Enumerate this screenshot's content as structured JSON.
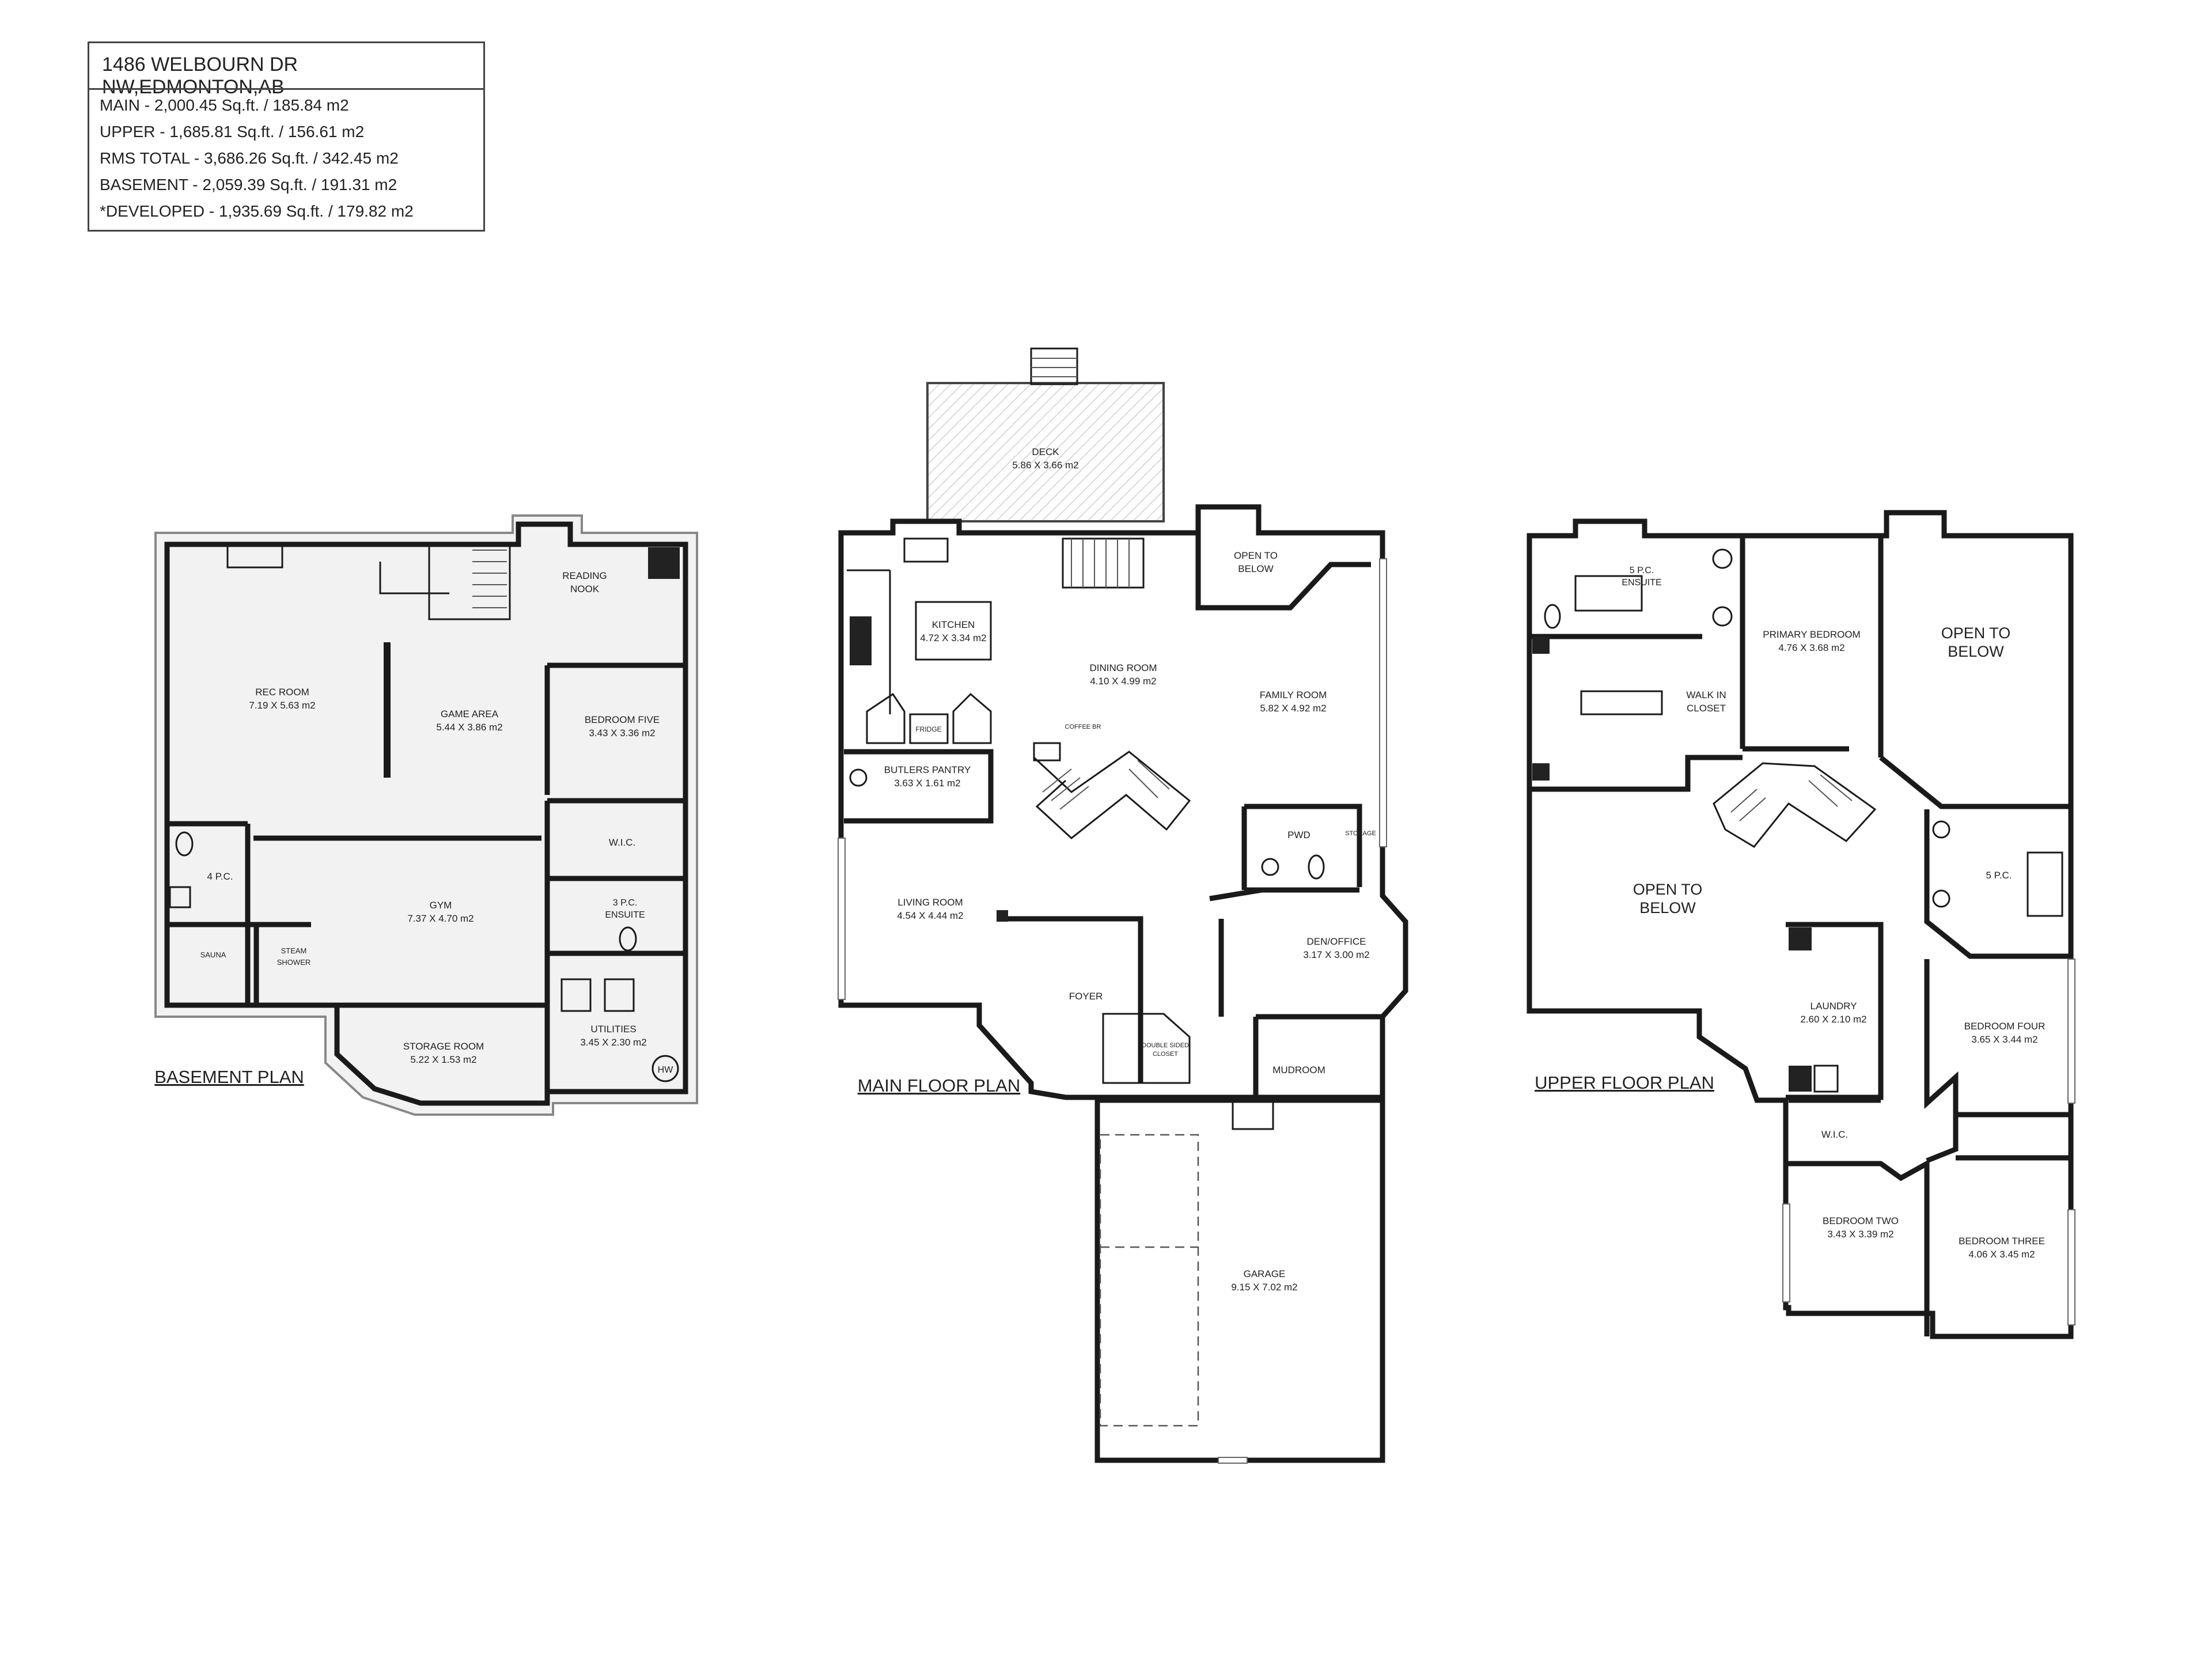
{
  "info": {
    "address": "1486 WELBOURN DR NW,EDMONTON,AB",
    "main": "MAIN - 2,000.45 Sq.ft. / 185.84 m2",
    "upper": "UPPER - 1,685.81 Sq.ft. / 156.61 m2",
    "rms_total": "RMS TOTAL - 3,686.26 Sq.ft. / 342.45 m2",
    "basement": "BASEMENT - 2,059.39 Sq.ft. / 191.31 m2",
    "developed": "*DEVELOPED - 1,935.69 Sq.ft. / 179.82 m2"
  },
  "basement": {
    "title": "BASEMENT PLAN",
    "reading_nook": [
      "READING",
      "NOOK"
    ],
    "rec_room": [
      "REC ROOM",
      "7.19 X 5.63 m2"
    ],
    "game_area": [
      "GAME AREA",
      "5.44 X 3.86 m2"
    ],
    "bedroom_five": [
      "BEDROOM FIVE",
      "3.43 X 3.36 m2"
    ],
    "wic": "W.I.C.",
    "four_pc": "4 P.C.",
    "gym": [
      "GYM",
      "7.37 X 4.70 m2"
    ],
    "three_pc_ensuite": [
      "3 P.C.",
      "ENSUITE"
    ],
    "sauna": "SAUNA",
    "steam_shower": [
      "STEAM",
      "SHOWER"
    ],
    "utilities": [
      "UTILITIES",
      "3.45 X 2.30 m2"
    ],
    "storage_room": [
      "STORAGE ROOM",
      "5.22 X 1.53 m2"
    ],
    "hw": "HW"
  },
  "main_floor": {
    "title": "MAIN FLOOR PLAN",
    "deck": [
      "DECK",
      "5.86 X 3.66 m2"
    ],
    "open_to_below": [
      "OPEN TO",
      "BELOW"
    ],
    "kitchen": [
      "KITCHEN",
      "4.72 X 3.34 m2"
    ],
    "dining_room": [
      "DINING ROOM",
      "4.10 X 4.99 m2"
    ],
    "family_room": [
      "FAMILY ROOM",
      "5.82 X 4.92 m2"
    ],
    "fridge": "FRIDGE",
    "coffee_bar": "COFFEE BR",
    "butlers_pantry": [
      "BUTLERS PANTRY",
      "3.63 X 1.61 m2"
    ],
    "pwd": "PWD",
    "storage": "STORAGE",
    "living_room": [
      "LIVING ROOM",
      "4.54 X 4.44 m2"
    ],
    "den_office": [
      "DEN/OFFICE",
      "3.17 X 3.00 m2"
    ],
    "foyer": "FOYER",
    "double_sided_closet": [
      "DOUBLE SIDED",
      "CLOSET"
    ],
    "mudroom": "MUDROOM",
    "garage": [
      "GARAGE",
      "9.15 X 7.02 m2"
    ]
  },
  "upper_floor": {
    "title": "UPPER FLOOR PLAN",
    "five_pc_ensuite": [
      "5 P.C.",
      "ENSUITE"
    ],
    "primary_bedroom": [
      "PRIMARY BEDROOM",
      "4.76 X 3.68 m2"
    ],
    "open_to_below_right": [
      "OPEN TO",
      "BELOW"
    ],
    "walk_in_closet": [
      "WALK IN",
      "CLOSET"
    ],
    "open_to_below_left": [
      "OPEN TO",
      "BELOW"
    ],
    "five_pc": "5 P.C.",
    "laundry": [
      "LAUNDRY",
      "2.60 X 2.10 m2"
    ],
    "bedroom_four": [
      "BEDROOM FOUR",
      "3.65 X 3.44 m2"
    ],
    "wic": "W.I.C.",
    "bedroom_two": [
      "BEDROOM TWO",
      "3.43 X 3.39 m2"
    ],
    "bedroom_three": [
      "BEDROOM THREE",
      "4.06 X 3.45 m2"
    ]
  }
}
